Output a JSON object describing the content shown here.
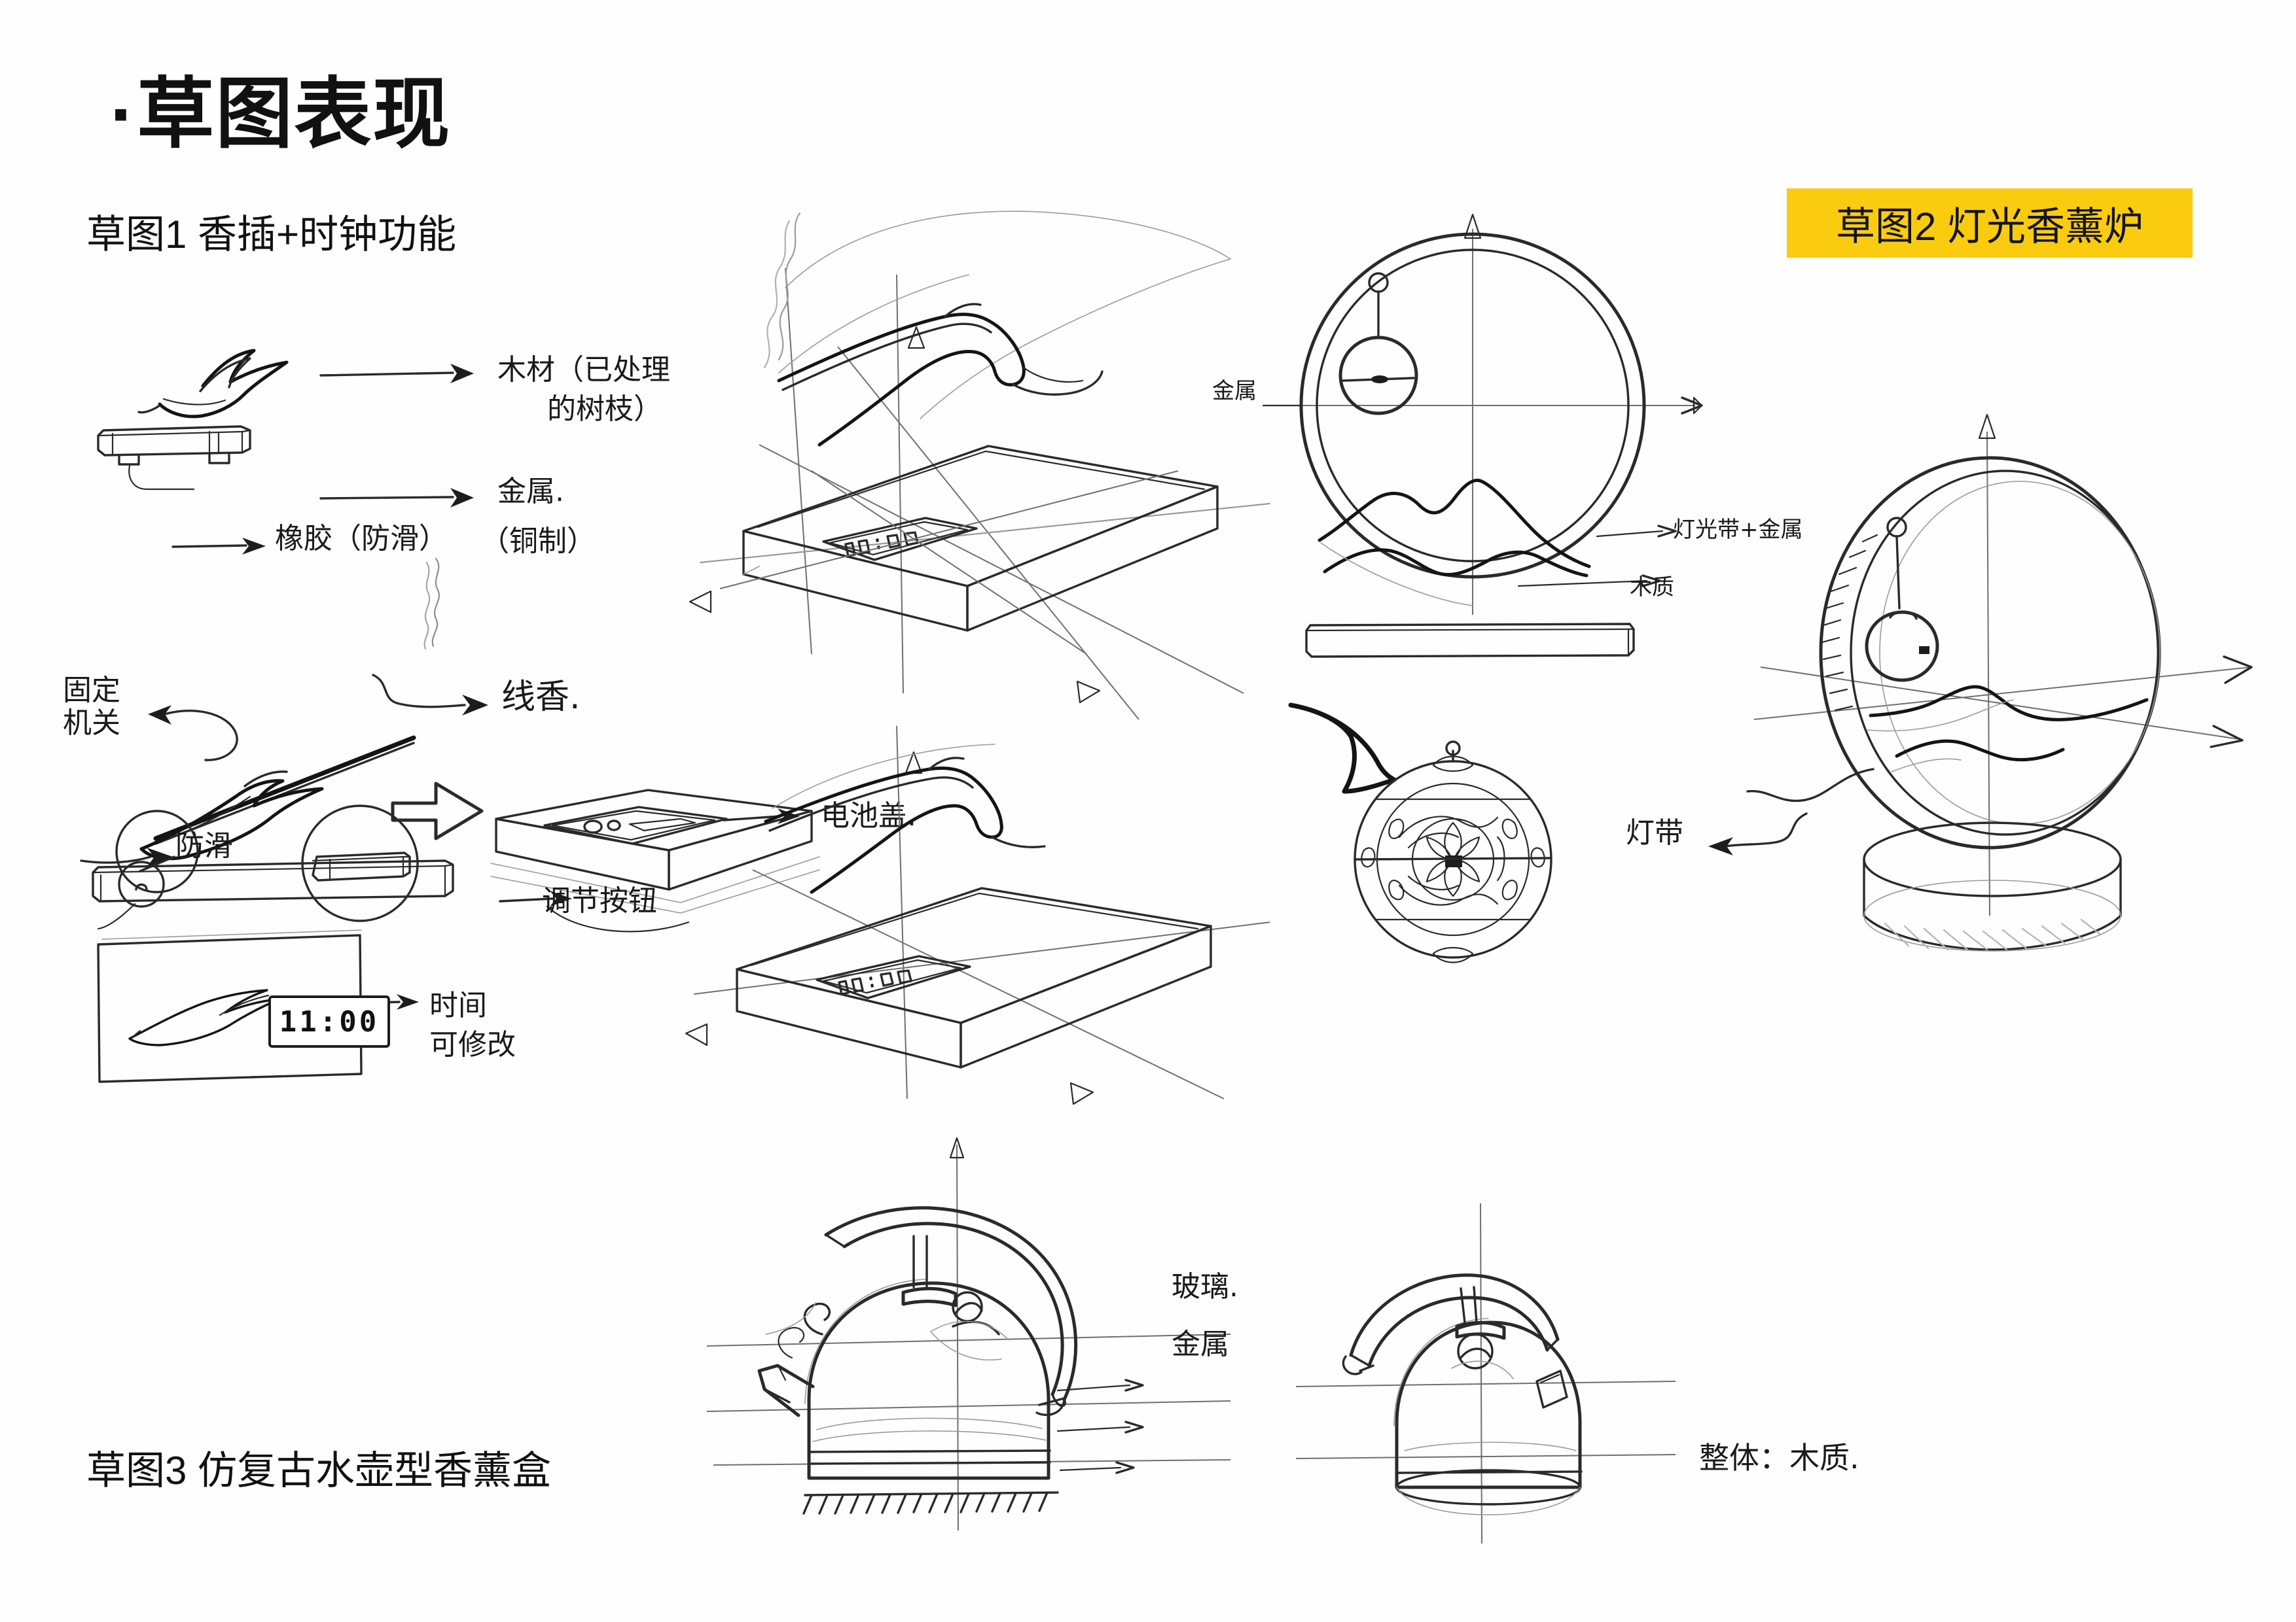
{
  "page": {
    "title": "·草图表现",
    "background_color": "#ffffff",
    "accent_color": "#FBCB10"
  },
  "sections": [
    {
      "id": "sketch1",
      "label": "草图1  香插+时钟功能"
    },
    {
      "id": "sketch2",
      "label": "草图2  灯光香薰炉",
      "highlighted": true
    },
    {
      "id": "sketch3",
      "label": "草图3  仿复古水壶型香薰盒"
    }
  ],
  "annotations": {
    "sketch1": {
      "wood": "木材（已处理",
      "wood2": "的树枝）",
      "metal": "金属.",
      "metal2": "（铜制）",
      "rubber": "橡胶（防滑）",
      "incense": "线香.",
      "fix_mech_1": "固定",
      "fix_mech_2": "机关",
      "antislip": "防滑",
      "battery_cover": "电池盖.",
      "adjust_button": "调节按钮",
      "time_1": "时间",
      "time_2": "可修改",
      "clock_value": "11:00"
    },
    "sketch2": {
      "metal": "金属",
      "light_strip_metal": "灯光带+金属",
      "wood": "木质",
      "light_strip": "灯带"
    },
    "sketch3": {
      "glass": "玻璃.",
      "metal": "金属",
      "overall": "整体：木质."
    }
  }
}
